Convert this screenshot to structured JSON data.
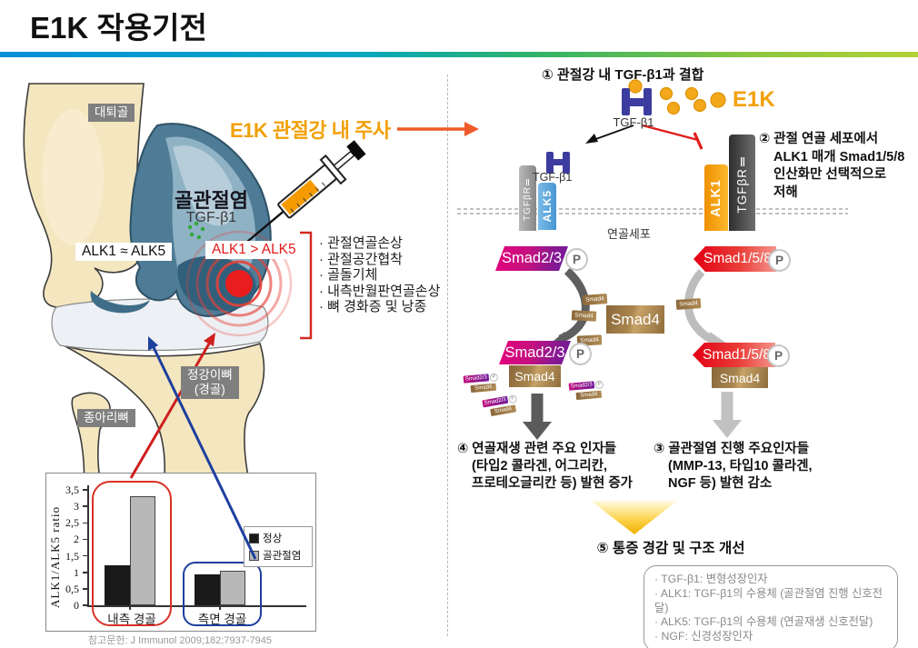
{
  "header": {
    "title": "E1K 작용기전"
  },
  "left": {
    "injection_label": "E1K 관절강 내 주사",
    "femur": "대퇴골",
    "tibia_line1": "정강이뼈",
    "tibia_line2": "(경골)",
    "fibula": "종아리뼈",
    "oa": "골관절염",
    "tgfb1": "TGF-β1",
    "alk_normal": "ALK1 ≈ ALK5",
    "alk_oa": "ALK1 > ALK5",
    "symptoms": [
      "· 관절연골손상",
      "· 관절공간협착",
      "· 골돌기체",
      "· 내측반월판연골손상",
      "· 뼈 경화증 및 낭종"
    ]
  },
  "pathway": {
    "step1": "① 관절강 내 TGF-β1과 결합",
    "e1k": "E1K",
    "tgfb1": "TGF-β1",
    "step2": [
      "② 관절 연골 세포에서",
      "ALK1 매개 Smad1/5/8",
      "인산화만 선택적으로",
      "저해"
    ],
    "receptors": {
      "tgfbr2": "TGFβRⅡ",
      "alk5": "ALK5",
      "alk1": "ALK1"
    },
    "cell": "연골세포",
    "smad23": "Smad2/3",
    "smad158": "Smad1/5/8",
    "smad4": "Smad4",
    "p": "P",
    "step4": [
      "④ 연골재생 관련 주요 인자들",
      "(타입2 콜라겐, 어그리칸,",
      "프로테오글리칸 등) 발현 증가"
    ],
    "step3": [
      "③ 골관절염 진행 주요인자들",
      "(MMP-13, 타입10 콜라겐,",
      "NGF 등) 발현 감소"
    ],
    "step5": "⑤ 통증 경감 및 구조 개선",
    "legend": [
      "· TGF-β1: 변형성장인자",
      "· ALK1: TGF-β1의 수용체 (골관절염 진행 신호전달)",
      "· ALK5: TGF-β1의 수용체 (연골재생 신호전달)",
      "· NGF: 신경성장인자"
    ]
  },
  "chart_data": {
    "type": "bar",
    "categories": [
      "내측 경골",
      "측면 경골"
    ],
    "series": [
      {
        "name": "정상",
        "color": "#1a1a1a",
        "values": [
          1.2,
          0.95
        ]
      },
      {
        "name": "골관절염",
        "color": "#b8b8b8",
        "values": [
          3.3,
          1.05
        ]
      }
    ],
    "ylabel": "ALK1/ALK5 ratio",
    "yticks": [
      "0",
      "0,5",
      "1",
      "1,5",
      "2",
      "2,5",
      "3",
      "3,5"
    ],
    "ylim": [
      0,
      3.5
    ],
    "grid": false,
    "legend_position": "right",
    "source": "참고문헌: J Immunol 2009;182;7937-7945"
  },
  "colors": {
    "e1k_orange": "#F2A007",
    "arrow_orange": "#F05A28",
    "alert_red": "#D42A20",
    "link_blue": "#1D3F9E",
    "gradient_bar_left": "#0090D8",
    "gradient_bar_right": "#8DC63F"
  }
}
